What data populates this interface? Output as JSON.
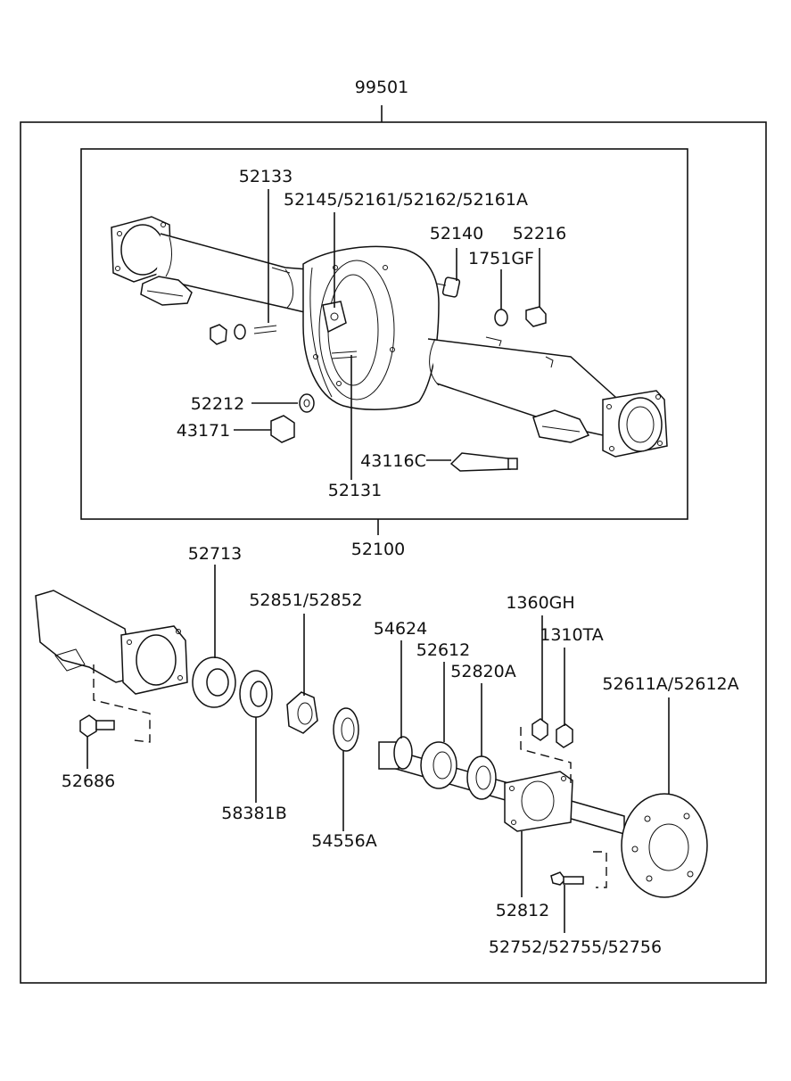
{
  "labels": {
    "assembly": "99501",
    "housing": "52100",
    "p52133": "52133",
    "p52145": "52145/52161/52162/52161A",
    "p52140": "52140",
    "p52216": "52216",
    "p1751": "1751GF",
    "p52212": "52212",
    "p43171": "43171",
    "p43116": "43116C",
    "p52131": "52131",
    "p52713": "52713",
    "p52851": "52851/52852",
    "p54624": "54624",
    "p52612": "52612",
    "p52820": "52820A",
    "p1360": "1360GH",
    "p1310": "1310TA",
    "p52611": "52611A/52612A",
    "p52686": "52686",
    "p58381": "58381B",
    "p54556": "54556A",
    "p52812": "52812",
    "p52752": "52752/52755/52756"
  }
}
